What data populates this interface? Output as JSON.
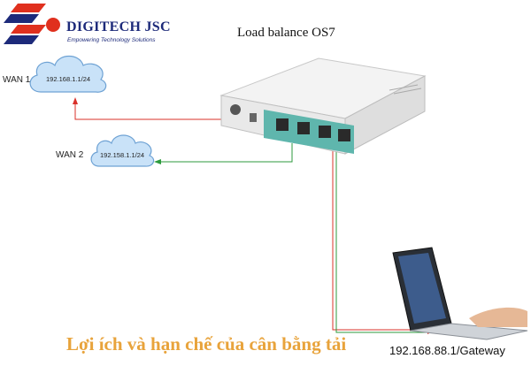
{
  "brand": {
    "name": "DIGITECH JSC",
    "tagline": "Empowering Technology Solutions",
    "color_primary": "#1d2a7a",
    "color_accent": "#e0301e"
  },
  "diagram": {
    "title": "Load balance OS7",
    "wan1": {
      "label": "WAN 1",
      "ip": "192.168.1.1/24",
      "link_color": "#d9302a"
    },
    "wan2": {
      "label": "WAN 2",
      "ip": "192.158.1.1/24",
      "link_color": "#2c9a3c"
    },
    "gateway": {
      "label": "192.168.88.1/Gateway",
      "link_color": "#d9302a"
    }
  },
  "caption": {
    "text": "Lợi ích và hạn chế của cân bằng tải",
    "color": "#e8a33b"
  }
}
